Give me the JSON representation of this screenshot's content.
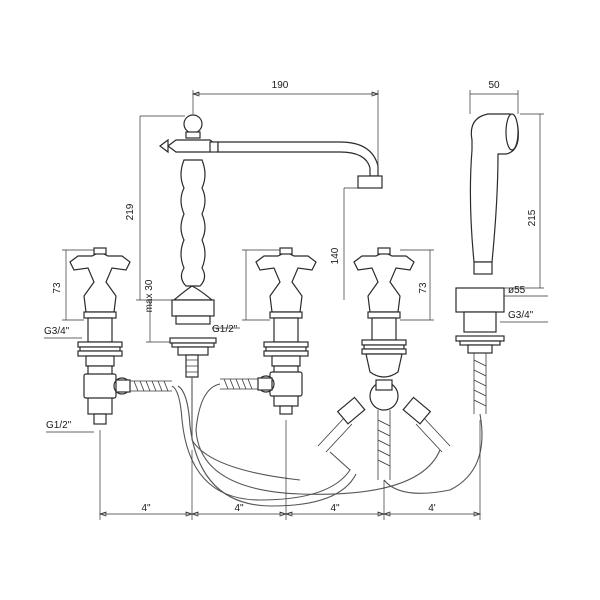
{
  "dimensions": {
    "spout_reach": "190",
    "spout_height": "219",
    "spout_outlet": "140",
    "deck_thickness": "max 30",
    "spout_thread": "G1/2\"",
    "handle_height_left": "73",
    "thread_left": "G3/4\"",
    "outlet_thread_left": "G1/2\"",
    "handle_height_right": "73",
    "handshower_width": "50",
    "handshower_length": "215",
    "handshower_diameter": "ø55",
    "handshower_thread": "G3/4\"",
    "spacing_1": "4\"",
    "spacing_2": "4\"",
    "spacing_3": "4\"",
    "spacing_4": "4'"
  },
  "colors": {
    "line": "#2b2b2b",
    "background": "#ffffff"
  }
}
